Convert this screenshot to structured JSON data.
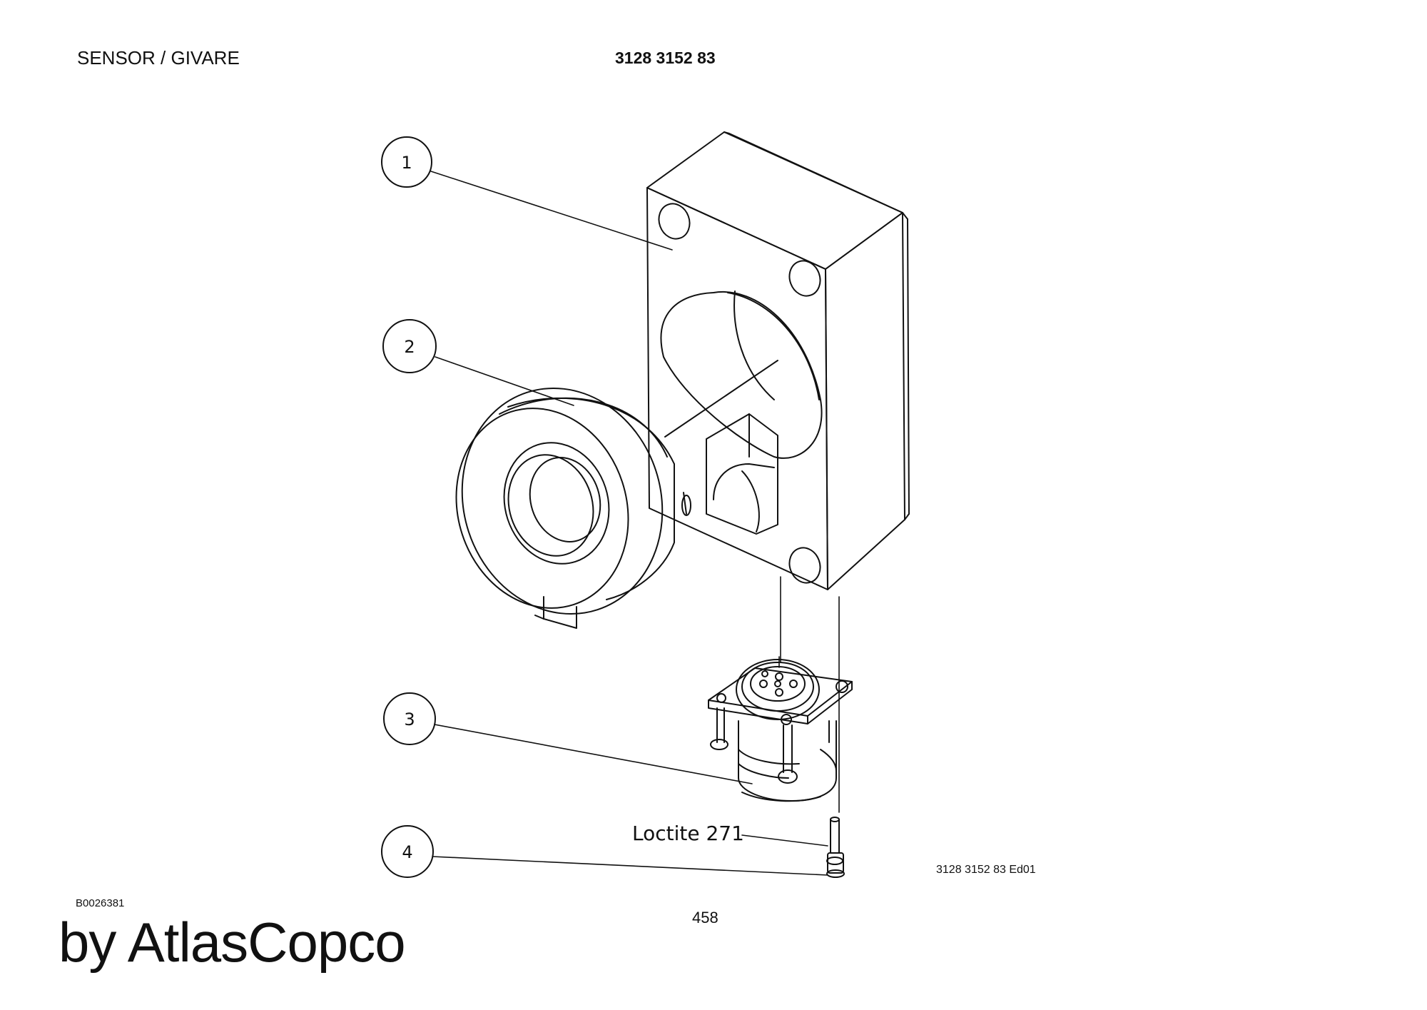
{
  "header": {
    "title": "SENSOR / GIVARE",
    "part_number": "3128 3152 83"
  },
  "drawing": {
    "callouts": [
      "1",
      "2",
      "3",
      "4"
    ],
    "note": "Loctite 271",
    "edition": "3128 3152 83 Ed01"
  },
  "footer": {
    "image_ref": "B0026381",
    "page_number": "458",
    "brand": "by AtlasCopco"
  }
}
